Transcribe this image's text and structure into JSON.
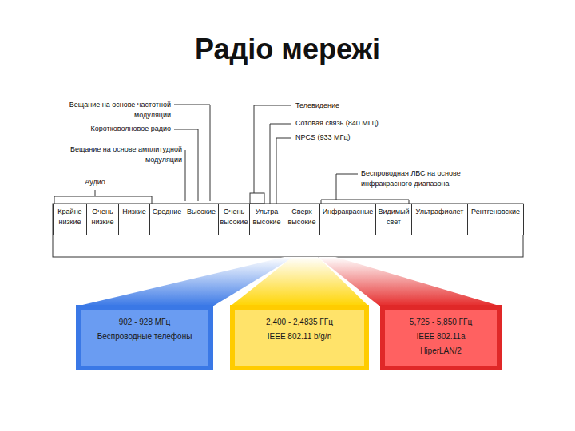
{
  "diagram": {
    "title": "Радіо мережі",
    "nodes": [
      {
        "text": [
          "Крайне низкие"
        ]
      },
      {
        "text": [
          "Очень низкие"
        ]
      },
      {
        "text": [
          "Низкие"
        ]
      },
      {
        "text": [
          "Средние"
        ]
      },
      {
        "text": [
          "Высокие"
        ]
      },
      {
        "text": [
          "Очень высокие"
        ]
      },
      {
        "text": [
          "Ультра высокие"
        ]
      },
      {
        "text": [
          "Сверх высокие"
        ]
      },
      {
        "text": [
          "Инфракрасные"
        ]
      },
      {
        "text": [
          "Видимый свет"
        ]
      },
      {
        "text": [
          "Ультрафиолет"
        ]
      },
      {
        "text": [
          "Рентгеновские"
        ]
      },
      {
        "text": [
          "902 - 928 МГц",
          "Беспроводные телефоны"
        ]
      },
      {
        "text": [
          "2,400 - 2,4835 ГГц",
          "IEEE 802.11 b/g/n"
        ]
      },
      {
        "text": [
          "5,725 - 5,850 ГГц",
          "IEEE 802.11a",
          "HiperLAN/2"
        ]
      }
    ],
    "labels": [
      "Вещание на основе частотной модуляции",
      "Коротковолновое радио",
      "Вещание на основе амплитудной модуляции",
      "Аудио",
      "Телевидение",
      "Сотовая связь (840 МГц)",
      "NPCS (933 МГц)",
      "Беспроводная ЛВС на основе инфракрасного диапазона"
    ]
  }
}
